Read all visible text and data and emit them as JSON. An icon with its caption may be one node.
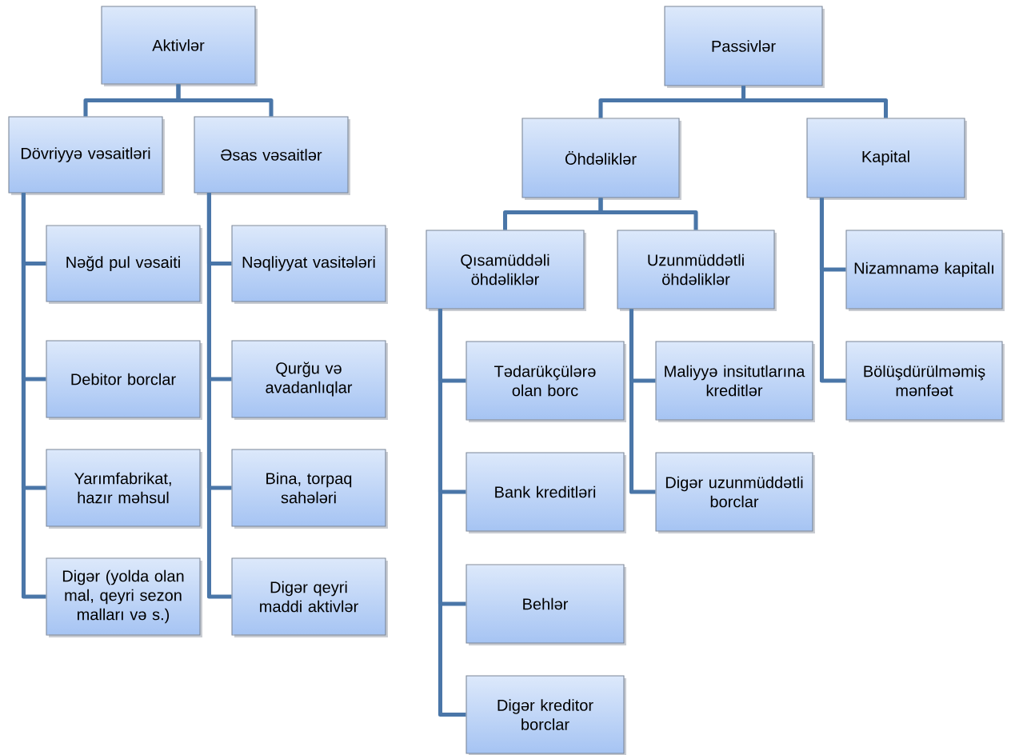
{
  "diagram": {
    "nodes": [
      {
        "text": [
          "Aktivlər"
        ]
      },
      {
        "text": [
          "Dövriyyə vəsaitləri"
        ]
      },
      {
        "text": [
          "Əsas vəsaitlər"
        ]
      },
      {
        "text": [
          "Nəğd pul vəsaiti"
        ]
      },
      {
        "text": [
          "Debitor borclar"
        ]
      },
      {
        "text": [
          "Yarımfabrikat, hazır məhsul"
        ]
      },
      {
        "text": [
          "Digər (yolda olan mal, qeyri sezon malları və s.)"
        ]
      },
      {
        "text": [
          "Nəqliyyat vasitələri"
        ]
      },
      {
        "text": [
          "Qurğu və avadanlıqlar"
        ]
      },
      {
        "text": [
          "Bina, torpaq sahələri"
        ]
      },
      {
        "text": [
          "Digər qeyri maddi aktivlər"
        ]
      },
      {
        "text": [
          "Passivlər"
        ]
      },
      {
        "text": [
          "Öhdəliklər"
        ]
      },
      {
        "text": [
          "Kapital"
        ]
      },
      {
        "text": [
          "Qısamüddəli öhdəliklər"
        ]
      },
      {
        "text": [
          "Uzunmüddətli öhdəliklər"
        ]
      },
      {
        "text": [
          "Nizamnamə kapitalı"
        ]
      },
      {
        "text": [
          "Bölüşdürülməmiş mənfəət"
        ]
      },
      {
        "text": [
          "Tədarükçülərə olan borc"
        ]
      },
      {
        "text": [
          "Bank kreditləri"
        ]
      },
      {
        "text": [
          "Behlər"
        ]
      },
      {
        "text": [
          "Digər kreditor borclar"
        ]
      },
      {
        "text": [
          "Maliyyə insitutlarına kreditlər"
        ]
      },
      {
        "text": [
          "Digər uzunmüddətli borclar"
        ]
      }
    ],
    "edges": [
      {
        "from": 0,
        "to": 1,
        "arrow": "none"
      },
      {
        "from": 0,
        "to": 2,
        "arrow": "none"
      },
      {
        "from": 1,
        "to": 3,
        "arrow": "none"
      },
      {
        "from": 1,
        "to": 4,
        "arrow": "none"
      },
      {
        "from": 1,
        "to": 5,
        "arrow": "none"
      },
      {
        "from": 1,
        "to": 6,
        "arrow": "none"
      },
      {
        "from": 2,
        "to": 7,
        "arrow": "none"
      },
      {
        "from": 2,
        "to": 8,
        "arrow": "none"
      },
      {
        "from": 2,
        "to": 9,
        "arrow": "none"
      },
      {
        "from": 2,
        "to": 10,
        "arrow": "none"
      },
      {
        "from": 11,
        "to": 12,
        "arrow": "none"
      },
      {
        "from": 11,
        "to": 13,
        "arrow": "none"
      },
      {
        "from": 12,
        "to": 14,
        "arrow": "none"
      },
      {
        "from": 12,
        "to": 15,
        "arrow": "none"
      },
      {
        "from": 13,
        "to": 16,
        "arrow": "none"
      },
      {
        "from": 13,
        "to": 17,
        "arrow": "none"
      },
      {
        "from": 14,
        "to": 18,
        "arrow": "none"
      },
      {
        "from": 14,
        "to": 19,
        "arrow": "none"
      },
      {
        "from": 14,
        "to": 20,
        "arrow": "none"
      },
      {
        "from": 14,
        "to": 21,
        "arrow": "none"
      },
      {
        "from": 15,
        "to": 22,
        "arrow": "none"
      },
      {
        "from": 15,
        "to": 23,
        "arrow": "none"
      }
    ]
  }
}
